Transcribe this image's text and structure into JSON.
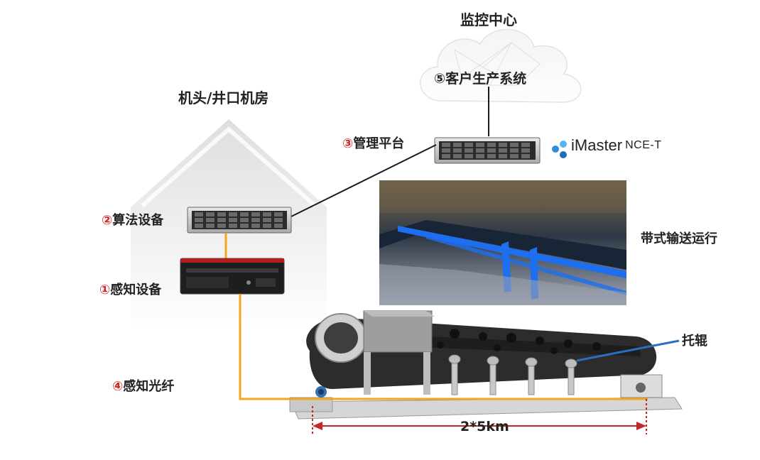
{
  "diagram": {
    "control_center": "监控中心",
    "customer_system": {
      "num": "⑤",
      "text": "客户生产系统"
    },
    "machine_room": "机头/井口机房",
    "management_platform": {
      "num": "③",
      "text": "管理平台"
    },
    "algorithm_device": {
      "num": "②",
      "text": "算法设备"
    },
    "sensing_device": {
      "num": "①",
      "text": "感知设备"
    },
    "sensing_fiber": {
      "num": "④",
      "text": "感知光纤"
    },
    "belt_running": "带式输送运行",
    "idler": "托辊",
    "distance": "2*5km",
    "brand": {
      "main": "iMaster",
      "sub": "NCE-T"
    }
  },
  "colors": {
    "fiber": "#f0a81c",
    "number_red": "#d02525",
    "dimension_red": "#c0282c",
    "pointer_blue": "#2a6fc4",
    "brand_blue": "#2f8ed8"
  }
}
